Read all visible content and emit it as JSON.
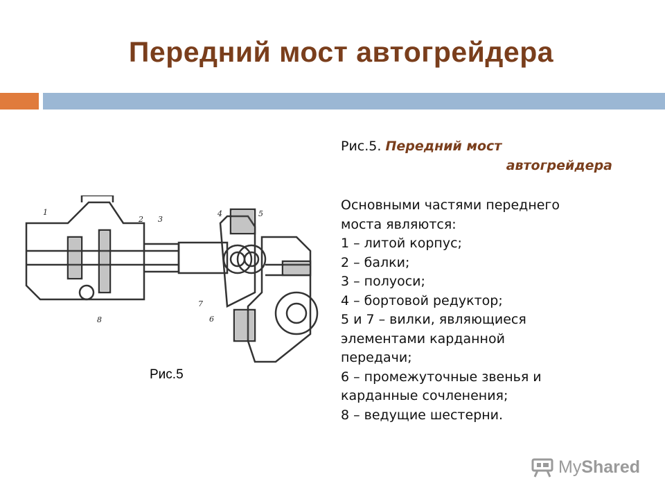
{
  "slide": {
    "title": "Передний мост автогрейдера"
  },
  "figure": {
    "caption": "Рис.5",
    "callouts": [
      "1",
      "2",
      "3",
      "4",
      "5",
      "6",
      "7",
      "8"
    ]
  },
  "text": {
    "fig_ref_prefix": "Рис.5. ",
    "fig_ref_title_1": "Передний мост",
    "fig_ref_title_2": "автогрейдера",
    "lines": [
      "Основными частями переднего",
      "моста являются:",
      "1 – литой корпус;",
      "2 – балки;",
      "3 – полуоси;",
      "4 – бортовой редуктор;",
      "5 и 7 –   вилки, являющиеся",
      "элементами карданной",
      "передачи;",
      "6 – промежуточные звенья и",
      "карданные сочленения;",
      "8 – ведущие шестерни."
    ]
  },
  "watermark": {
    "brand_a": "My",
    "brand_b": "Shared",
    "icon": "projector-icon"
  },
  "colors": {
    "title": "#7a3e1c",
    "bar_orange": "#e07b3c",
    "bar_blue": "#9bb7d4"
  }
}
